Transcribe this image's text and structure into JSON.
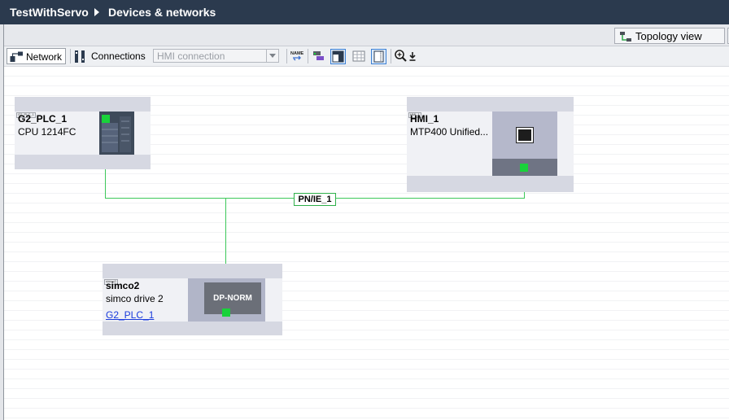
{
  "title_bar": {
    "project": "TestWithServo",
    "section": "Devices & networks"
  },
  "view_bar": {
    "topology_view_label": "Topology view"
  },
  "toolbar": {
    "network_label": "Network",
    "connections_label": "Connections",
    "connection_type": {
      "value": "HMI connection"
    },
    "icons": [
      "network-icon",
      "connections-icon",
      "name-icon",
      "address-icon",
      "highlight-icon",
      "grid-icon",
      "page-break-icon",
      "zoom-in-icon",
      "download-icon"
    ]
  },
  "devices": [
    {
      "tag": "G2_PLC_1",
      "name": "G2_PLC_1",
      "type": "CPU 1214FC",
      "link": ""
    },
    {
      "tag": "HMI_1",
      "name": "HMI_1",
      "type": "MTP400 Unified...",
      "link": ""
    },
    {
      "tag": "simco2",
      "name": "simco2",
      "type": "simco drive 2",
      "link": "G2_PLC_1",
      "module_label": "DP-NORM"
    }
  ],
  "subnet": {
    "name": "PN/IE_1"
  },
  "colors": {
    "title_bar": "#2b3a4e",
    "port": "#19d23a",
    "wire": "#3dc85a",
    "link": "#1a3bdc",
    "device_bg": "#d6d8e2"
  }
}
